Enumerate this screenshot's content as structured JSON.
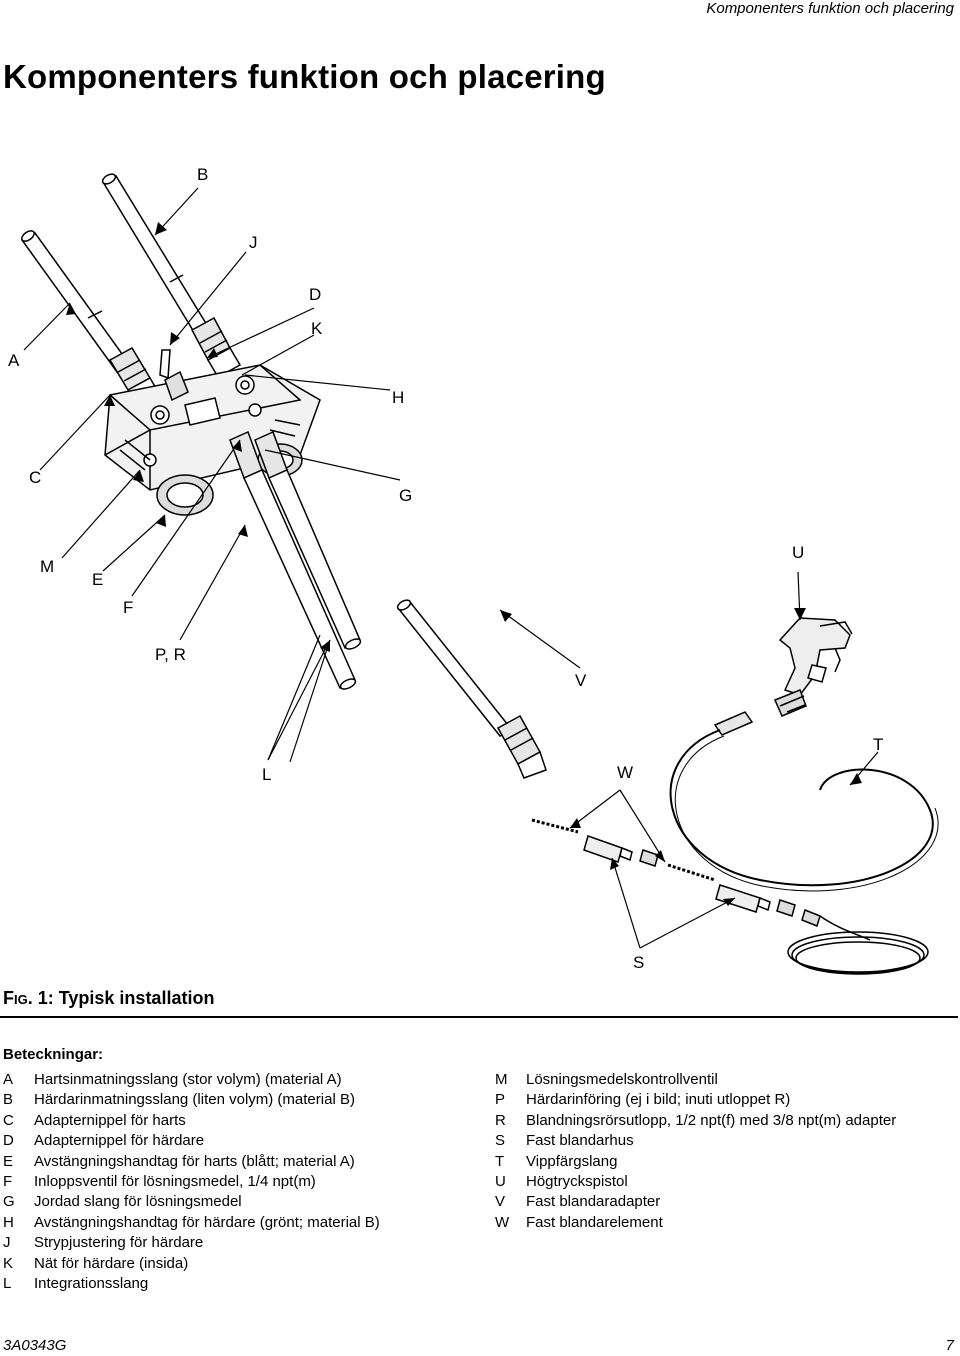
{
  "header": {
    "running_title": "Komponenters funktion och placering"
  },
  "page": {
    "title": "Komponenters funktion och placering"
  },
  "figure": {
    "callouts": {
      "A": "A",
      "B": "B",
      "C": "C",
      "D": "D",
      "E": "E",
      "F": "F",
      "G": "G",
      "H": "H",
      "J": "J",
      "K": "K",
      "L": "L",
      "M": "M",
      "PR": "P, R",
      "S": "S",
      "T": "T",
      "U": "U",
      "V": "V",
      "W": "W"
    },
    "caption_prefix_large": "F",
    "caption_prefix_small": "IG",
    "caption_text": ". 1: Typisk installation"
  },
  "legend": {
    "heading": "Beteckningar:",
    "left": [
      {
        "letter": "A",
        "text": "Hartsinmatningsslang (stor volym) (material A)"
      },
      {
        "letter": "B",
        "text": "Härdarinmatningsslang (liten volym) (material B)"
      },
      {
        "letter": "C",
        "text": "Adapternippel för harts"
      },
      {
        "letter": "D",
        "text": "Adapternippel för härdare"
      },
      {
        "letter": "E",
        "text": "Avstängningshandtag för harts (blått; material A)"
      },
      {
        "letter": "F",
        "text": "Inloppsventil för lösningsmedel, 1/4 npt(m)"
      },
      {
        "letter": "G",
        "text": "Jordad slang för lösningsmedel"
      },
      {
        "letter": "H",
        "text": "Avstängningshandtag för härdare (grönt; material B)"
      },
      {
        "letter": "J",
        "text": "Strypjustering för härdare"
      },
      {
        "letter": "K",
        "text": "Nät för härdare (insida)"
      },
      {
        "letter": "L",
        "text": "Integrationsslang"
      }
    ],
    "right": [
      {
        "letter": "M",
        "text": "Lösningsmedelskontrollventil"
      },
      {
        "letter": "P",
        "text": "Härdarinföring (ej i bild; inuti utloppet R)"
      },
      {
        "letter": "R",
        "text": "Blandningsrörsutlopp, 1/2 npt(f) med 3/8 npt(m) adapter"
      },
      {
        "letter": "S",
        "text": "Fast blandarhus"
      },
      {
        "letter": "T",
        "text": "Vippfärgslang"
      },
      {
        "letter": "U",
        "text": "Högtryckspistol"
      },
      {
        "letter": "V",
        "text": "Fast blandaradapter"
      },
      {
        "letter": "W",
        "text": "Fast blandarelement"
      }
    ]
  },
  "footer": {
    "doc_number": "3A0343G",
    "page_number": "7"
  }
}
